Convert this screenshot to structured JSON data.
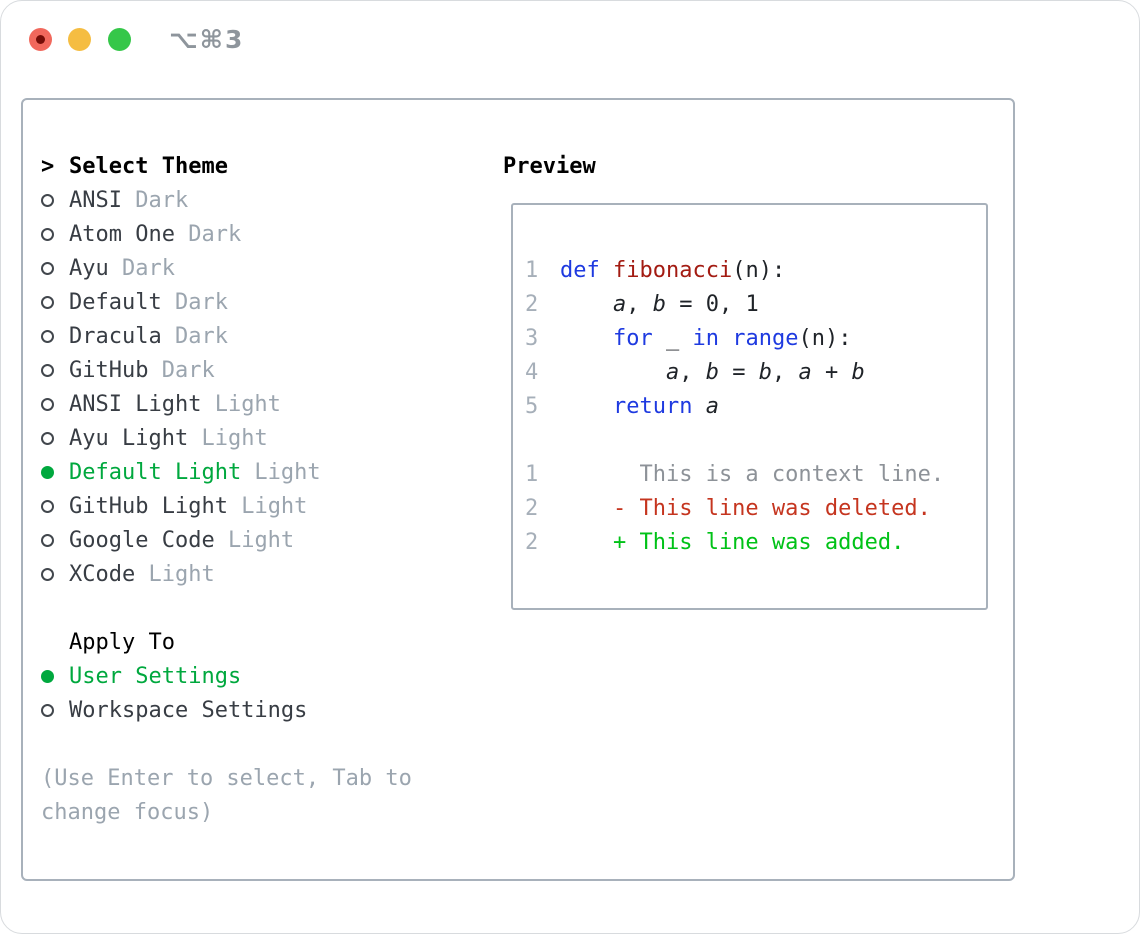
{
  "window": {
    "shortcut_label": "⌥⌘3"
  },
  "colors": {
    "traffic_red": "#f1685c",
    "traffic_red_dot": "#750d07",
    "traffic_yellow": "#f5bd42",
    "traffic_green": "#35c749",
    "selection_green": "#00a83e",
    "theme_name": "#383d44",
    "variant_gray": "#9ba5af",
    "border_gray": "#a8b1bb",
    "line_number_gray": "#a6afb9",
    "keyword_blue": "#1e3ae0",
    "function_red": "#a31b12",
    "diff_context_gray": "#8d9298",
    "diff_deleted_red": "#c5351f",
    "diff_added_green": "#00c217"
  },
  "theme_picker": {
    "prompt": ">",
    "title": "Select Theme",
    "items": [
      {
        "name": "ANSI",
        "variant": "Dark",
        "selected": false
      },
      {
        "name": "Atom One",
        "variant": "Dark",
        "selected": false
      },
      {
        "name": "Ayu",
        "variant": "Dark",
        "selected": false
      },
      {
        "name": "Default",
        "variant": "Dark",
        "selected": false
      },
      {
        "name": "Dracula",
        "variant": "Dark",
        "selected": false
      },
      {
        "name": "GitHub",
        "variant": "Dark",
        "selected": false
      },
      {
        "name": "ANSI Light",
        "variant": "Light",
        "selected": false
      },
      {
        "name": "Ayu Light",
        "variant": "Light",
        "selected": false
      },
      {
        "name": "Default Light",
        "variant": "Light",
        "selected": true
      },
      {
        "name": "GitHub Light",
        "variant": "Light",
        "selected": false
      },
      {
        "name": "Google Code",
        "variant": "Light",
        "selected": false
      },
      {
        "name": "XCode",
        "variant": "Light",
        "selected": false
      }
    ],
    "apply_to": {
      "title": "Apply To",
      "options": [
        {
          "label": "User Settings",
          "selected": true
        },
        {
          "label": "Workspace Settings",
          "selected": false
        }
      ]
    },
    "hint_lines": [
      "(Use Enter to select, Tab to",
      "change focus)"
    ]
  },
  "preview": {
    "title": "Preview",
    "code_lines": [
      {
        "num": "1",
        "tokens": [
          {
            "t": "def",
            "c": "kw"
          },
          {
            "t": " ",
            "c": "plain"
          },
          {
            "t": "fibonacci",
            "c": "fn"
          },
          {
            "t": "(n):",
            "c": "plain"
          }
        ]
      },
      {
        "num": "2",
        "tokens": [
          {
            "t": "    ",
            "c": "plain"
          },
          {
            "t": "a",
            "c": "var"
          },
          {
            "t": ", ",
            "c": "plain"
          },
          {
            "t": "b",
            "c": "var"
          },
          {
            "t": " = 0, 1",
            "c": "plain"
          }
        ]
      },
      {
        "num": "3",
        "tokens": [
          {
            "t": "    ",
            "c": "plain"
          },
          {
            "t": "for",
            "c": "kw"
          },
          {
            "t": " _ ",
            "c": "plain"
          },
          {
            "t": "in",
            "c": "kw"
          },
          {
            "t": " ",
            "c": "plain"
          },
          {
            "t": "range",
            "c": "kw"
          },
          {
            "t": "(n):",
            "c": "plain"
          }
        ]
      },
      {
        "num": "4",
        "tokens": [
          {
            "t": "        ",
            "c": "plain"
          },
          {
            "t": "a",
            "c": "var"
          },
          {
            "t": ", ",
            "c": "plain"
          },
          {
            "t": "b",
            "c": "var"
          },
          {
            "t": " = ",
            "c": "plain"
          },
          {
            "t": "b",
            "c": "var"
          },
          {
            "t": ", ",
            "c": "plain"
          },
          {
            "t": "a",
            "c": "var"
          },
          {
            "t": " + ",
            "c": "plain"
          },
          {
            "t": "b",
            "c": "var"
          }
        ]
      },
      {
        "num": "5",
        "tokens": [
          {
            "t": "    ",
            "c": "plain"
          },
          {
            "t": "return",
            "c": "kw"
          },
          {
            "t": " ",
            "c": "plain"
          },
          {
            "t": "a",
            "c": "var"
          }
        ]
      }
    ],
    "diff_lines": [
      {
        "num": "1",
        "tokens": [
          {
            "t": "      This is a context line.",
            "c": "ctx"
          }
        ]
      },
      {
        "num": "2",
        "tokens": [
          {
            "t": "    - This line was deleted.",
            "c": "del"
          }
        ]
      },
      {
        "num": "2",
        "tokens": [
          {
            "t": "    + This line was added.",
            "c": "add"
          }
        ]
      }
    ]
  }
}
